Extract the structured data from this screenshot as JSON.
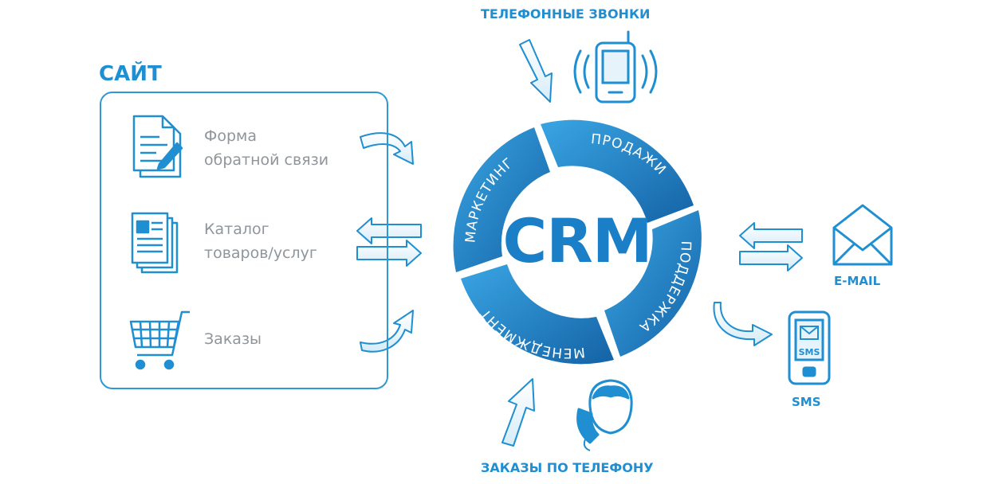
{
  "colors": {
    "primary": "#1f8fd2",
    "dark": "#1564a8",
    "light": "#5ab8ea",
    "grey_text": "#8f959a"
  },
  "headings": {
    "site": "САЙТ",
    "phone_calls": "ТЕЛЕФОННЫЕ ЗВОНКИ",
    "phone_orders": "ЗАКАЗЫ ПО ТЕЛЕФОНУ",
    "email": "E-MAIL",
    "sms": "SMS"
  },
  "site_items": [
    {
      "icon": "form-document-icon",
      "line1": "Форма",
      "line2": "обратной связи"
    },
    {
      "icon": "catalog-icon",
      "line1": "Каталог",
      "line2": "товаров/услуг"
    },
    {
      "icon": "shopping-cart-icon",
      "line1": "Заказы",
      "line2": ""
    }
  ],
  "crm": {
    "center_label": "CRM",
    "segments": [
      "ПРОДАЖИ",
      "ПОДДЕРЖКА",
      "МЕНЕДЖМЕНТ",
      "МАРКЕТИНГ"
    ]
  },
  "icons": {
    "phone": "mobile-phone-icon",
    "email": "envelope-icon",
    "sms_phone": "sms-phone-icon",
    "sms_badge": "SMS",
    "operator": "call-operator-icon"
  }
}
